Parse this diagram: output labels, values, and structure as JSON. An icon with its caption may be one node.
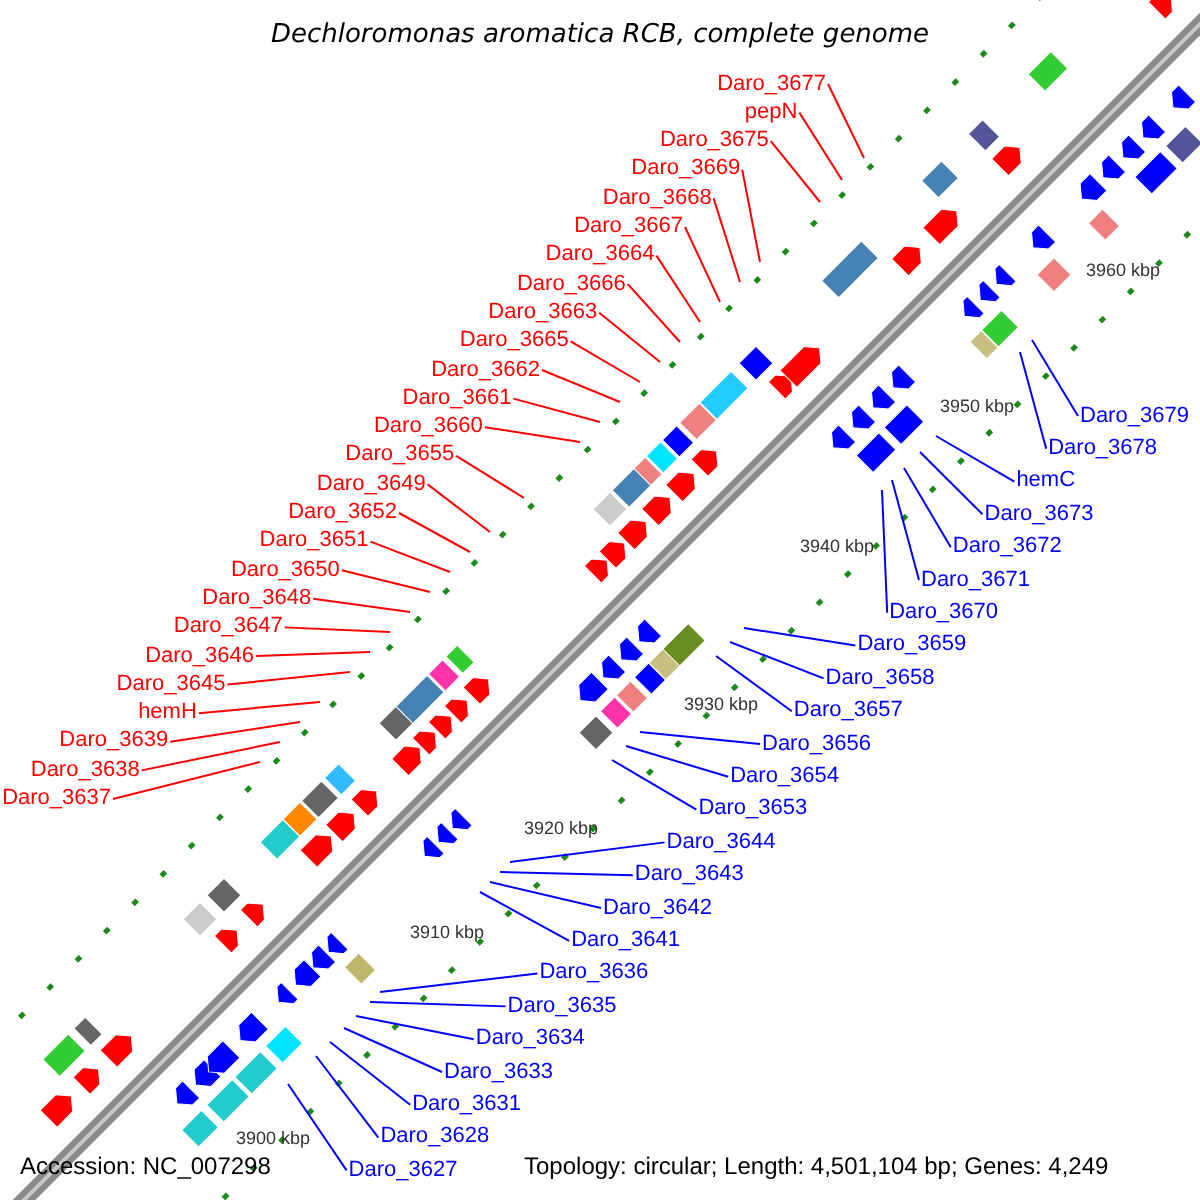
{
  "diagram": {
    "title": "Dechloromonas aromatica RCB, complete genome",
    "nodes": [
      {
        "text": [
          "Daro_3677"
        ]
      },
      {
        "text": [
          "pepN"
        ]
      },
      {
        "text": [
          "Daro_3675"
        ]
      },
      {
        "text": [
          "Daro_3669"
        ]
      },
      {
        "text": [
          "Daro_3668"
        ]
      },
      {
        "text": [
          "Daro_3667"
        ]
      },
      {
        "text": [
          "Daro_3664"
        ]
      },
      {
        "text": [
          "Daro_3666"
        ]
      },
      {
        "text": [
          "Daro_3663"
        ]
      },
      {
        "text": [
          "Daro_3665"
        ]
      },
      {
        "text": [
          "Daro_3662"
        ]
      },
      {
        "text": [
          "Daro_3661"
        ]
      },
      {
        "text": [
          "Daro_3660"
        ]
      },
      {
        "text": [
          "Daro_3655"
        ]
      },
      {
        "text": [
          "Daro_3649"
        ]
      },
      {
        "text": [
          "Daro_3652"
        ]
      },
      {
        "text": [
          "Daro_3651"
        ]
      },
      {
        "text": [
          "Daro_3650"
        ]
      },
      {
        "text": [
          "Daro_3648"
        ]
      },
      {
        "text": [
          "Daro_3647"
        ]
      },
      {
        "text": [
          "Daro_3646"
        ]
      },
      {
        "text": [
          "Daro_3645"
        ]
      },
      {
        "text": [
          "hemH"
        ]
      },
      {
        "text": [
          "Daro_3639"
        ]
      },
      {
        "text": [
          "Daro_3638"
        ]
      },
      {
        "text": [
          "Daro_3637"
        ]
      },
      {
        "text": [
          "Daro_3679"
        ]
      },
      {
        "text": [
          "Daro_3678"
        ]
      },
      {
        "text": [
          "hemC"
        ]
      },
      {
        "text": [
          "Daro_3673"
        ]
      },
      {
        "text": [
          "Daro_3672"
        ]
      },
      {
        "text": [
          "Daro_3671"
        ]
      },
      {
        "text": [
          "Daro_3670"
        ]
      },
      {
        "text": [
          "Daro_3659"
        ]
      },
      {
        "text": [
          "Daro_3658"
        ]
      },
      {
        "text": [
          "Daro_3657"
        ]
      },
      {
        "text": [
          "Daro_3656"
        ]
      },
      {
        "text": [
          "Daro_3654"
        ]
      },
      {
        "text": [
          "Daro_3653"
        ]
      },
      {
        "text": [
          "Daro_3644"
        ]
      },
      {
        "text": [
          "Daro_3643"
        ]
      },
      {
        "text": [
          "Daro_3642"
        ]
      },
      {
        "text": [
          "Daro_3641"
        ]
      },
      {
        "text": [
          "Daro_3636"
        ]
      },
      {
        "text": [
          "Daro_3635"
        ]
      },
      {
        "text": [
          "Daro_3634"
        ]
      },
      {
        "text": [
          "Daro_3633"
        ]
      },
      {
        "text": [
          "Daro_3631"
        ]
      },
      {
        "text": [
          "Daro_3628"
        ]
      },
      {
        "text": [
          "Daro_3627"
        ]
      }
    ],
    "edges": [
      {
        "from": 0,
        "to": null,
        "arrow": "none"
      },
      {
        "from": 1,
        "to": null,
        "arrow": "none"
      },
      {
        "from": 2,
        "to": null,
        "arrow": "none"
      },
      {
        "from": 3,
        "to": null,
        "arrow": "none"
      },
      {
        "from": 4,
        "to": null,
        "arrow": "none"
      },
      {
        "from": 5,
        "to": null,
        "arrow": "none"
      },
      {
        "from": 6,
        "to": null,
        "arrow": "none"
      },
      {
        "from": 7,
        "to": null,
        "arrow": "none"
      },
      {
        "from": 8,
        "to": null,
        "arrow": "none"
      },
      {
        "from": 9,
        "to": null,
        "arrow": "none"
      },
      {
        "from": 10,
        "to": null,
        "arrow": "none"
      },
      {
        "from": 11,
        "to": null,
        "arrow": "none"
      },
      {
        "from": 12,
        "to": null,
        "arrow": "none"
      },
      {
        "from": 13,
        "to": null,
        "arrow": "none"
      },
      {
        "from": 14,
        "to": null,
        "arrow": "none"
      },
      {
        "from": 15,
        "to": null,
        "arrow": "none"
      },
      {
        "from": 16,
        "to": null,
        "arrow": "none"
      },
      {
        "from": 17,
        "to": null,
        "arrow": "none"
      },
      {
        "from": 18,
        "to": null,
        "arrow": "none"
      },
      {
        "from": 19,
        "to": null,
        "arrow": "none"
      },
      {
        "from": 20,
        "to": null,
        "arrow": "none"
      },
      {
        "from": 21,
        "to": null,
        "arrow": "none"
      },
      {
        "from": 22,
        "to": null,
        "arrow": "none"
      },
      {
        "from": 23,
        "to": null,
        "arrow": "none"
      },
      {
        "from": 24,
        "to": null,
        "arrow": "none"
      },
      {
        "from": 25,
        "to": null,
        "arrow": "none"
      },
      {
        "from": 26,
        "to": null,
        "arrow": "none",
        "color": "#0000ff"
      },
      {
        "from": 27,
        "to": null,
        "arrow": "none",
        "color": "#0000ff"
      },
      {
        "from": 28,
        "to": null,
        "arrow": "none",
        "color": "#0000ff"
      },
      {
        "from": 29,
        "to": null,
        "arrow": "none",
        "color": "#0000ff"
      },
      {
        "from": 30,
        "to": null,
        "arrow": "none",
        "color": "#0000ff"
      },
      {
        "from": 31,
        "to": null,
        "arrow": "none",
        "color": "#0000ff"
      },
      {
        "from": 32,
        "to": null,
        "arrow": "none",
        "color": "#0000ff"
      },
      {
        "from": 33,
        "to": null,
        "arrow": "none",
        "color": "#0000ff"
      },
      {
        "from": 34,
        "to": null,
        "arrow": "none",
        "color": "#0000ff"
      },
      {
        "from": 35,
        "to": null,
        "arrow": "none",
        "color": "#0000ff"
      },
      {
        "from": 36,
        "to": null,
        "arrow": "none",
        "color": "#0000ff"
      },
      {
        "from": 37,
        "to": null,
        "arrow": "none",
        "color": "#0000ff"
      },
      {
        "from": 38,
        "to": null,
        "arrow": "none",
        "color": "#0000ff"
      },
      {
        "from": 39,
        "to": null,
        "arrow": "none",
        "color": "#0000ff"
      },
      {
        "from": 40,
        "to": null,
        "arrow": "none",
        "color": "#0000ff"
      },
      {
        "from": 41,
        "to": null,
        "arrow": "none",
        "color": "#0000ff"
      },
      {
        "from": 42,
        "to": null,
        "arrow": "none",
        "color": "#0000ff"
      },
      {
        "from": 43,
        "to": null,
        "arrow": "none",
        "color": "#0000ff"
      },
      {
        "from": 44,
        "to": null,
        "arrow": "none",
        "color": "#0000ff"
      },
      {
        "from": 45,
        "to": null,
        "arrow": "none",
        "color": "#0000ff"
      },
      {
        "from": 46,
        "to": null,
        "arrow": "none",
        "color": "#0000ff"
      },
      {
        "from": 47,
        "to": null,
        "arrow": "none",
        "color": "#0000ff"
      },
      {
        "from": 48,
        "to": null,
        "arrow": "none",
        "color": "#0000ff"
      },
      {
        "from": 49,
        "to": null,
        "arrow": "none",
        "color": "#0000ff"
      }
    ],
    "labels": [
      "3960 kbp",
      "3950 kbp",
      "3940 kbp",
      "3930 kbp",
      "3920 kbp",
      "3910 kbp",
      "3900 kbp",
      "Accession: NC_007298",
      "Topology: circular; Length: 4,501,104 bp; Genes: 4,249"
    ]
  }
}
